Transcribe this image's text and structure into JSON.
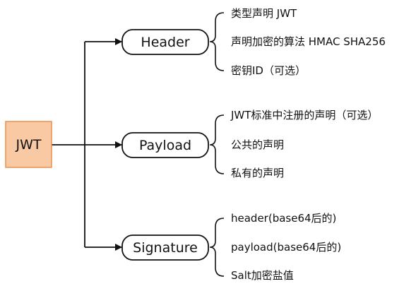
{
  "root": {
    "label": "JWT",
    "fill": "#f9c9a4",
    "stroke": "#e8914f"
  },
  "branches": [
    {
      "label": "Header",
      "leaves": [
        "类型声明 JWT",
        "声明加密的算法 HMAC SHA256",
        "密钥ID（可选）"
      ]
    },
    {
      "label": "Payload",
      "leaves": [
        "JWT标准中注册的声明（可选）",
        "公共的声明",
        "私有的声明"
      ]
    },
    {
      "label": "Signature",
      "leaves": [
        "header(base64后的)",
        "payload(base64后的)",
        "Salt加密盐值"
      ]
    }
  ],
  "colors": {
    "line": "#111111",
    "node_stroke": "#111111",
    "node_fill": "#ffffff"
  }
}
